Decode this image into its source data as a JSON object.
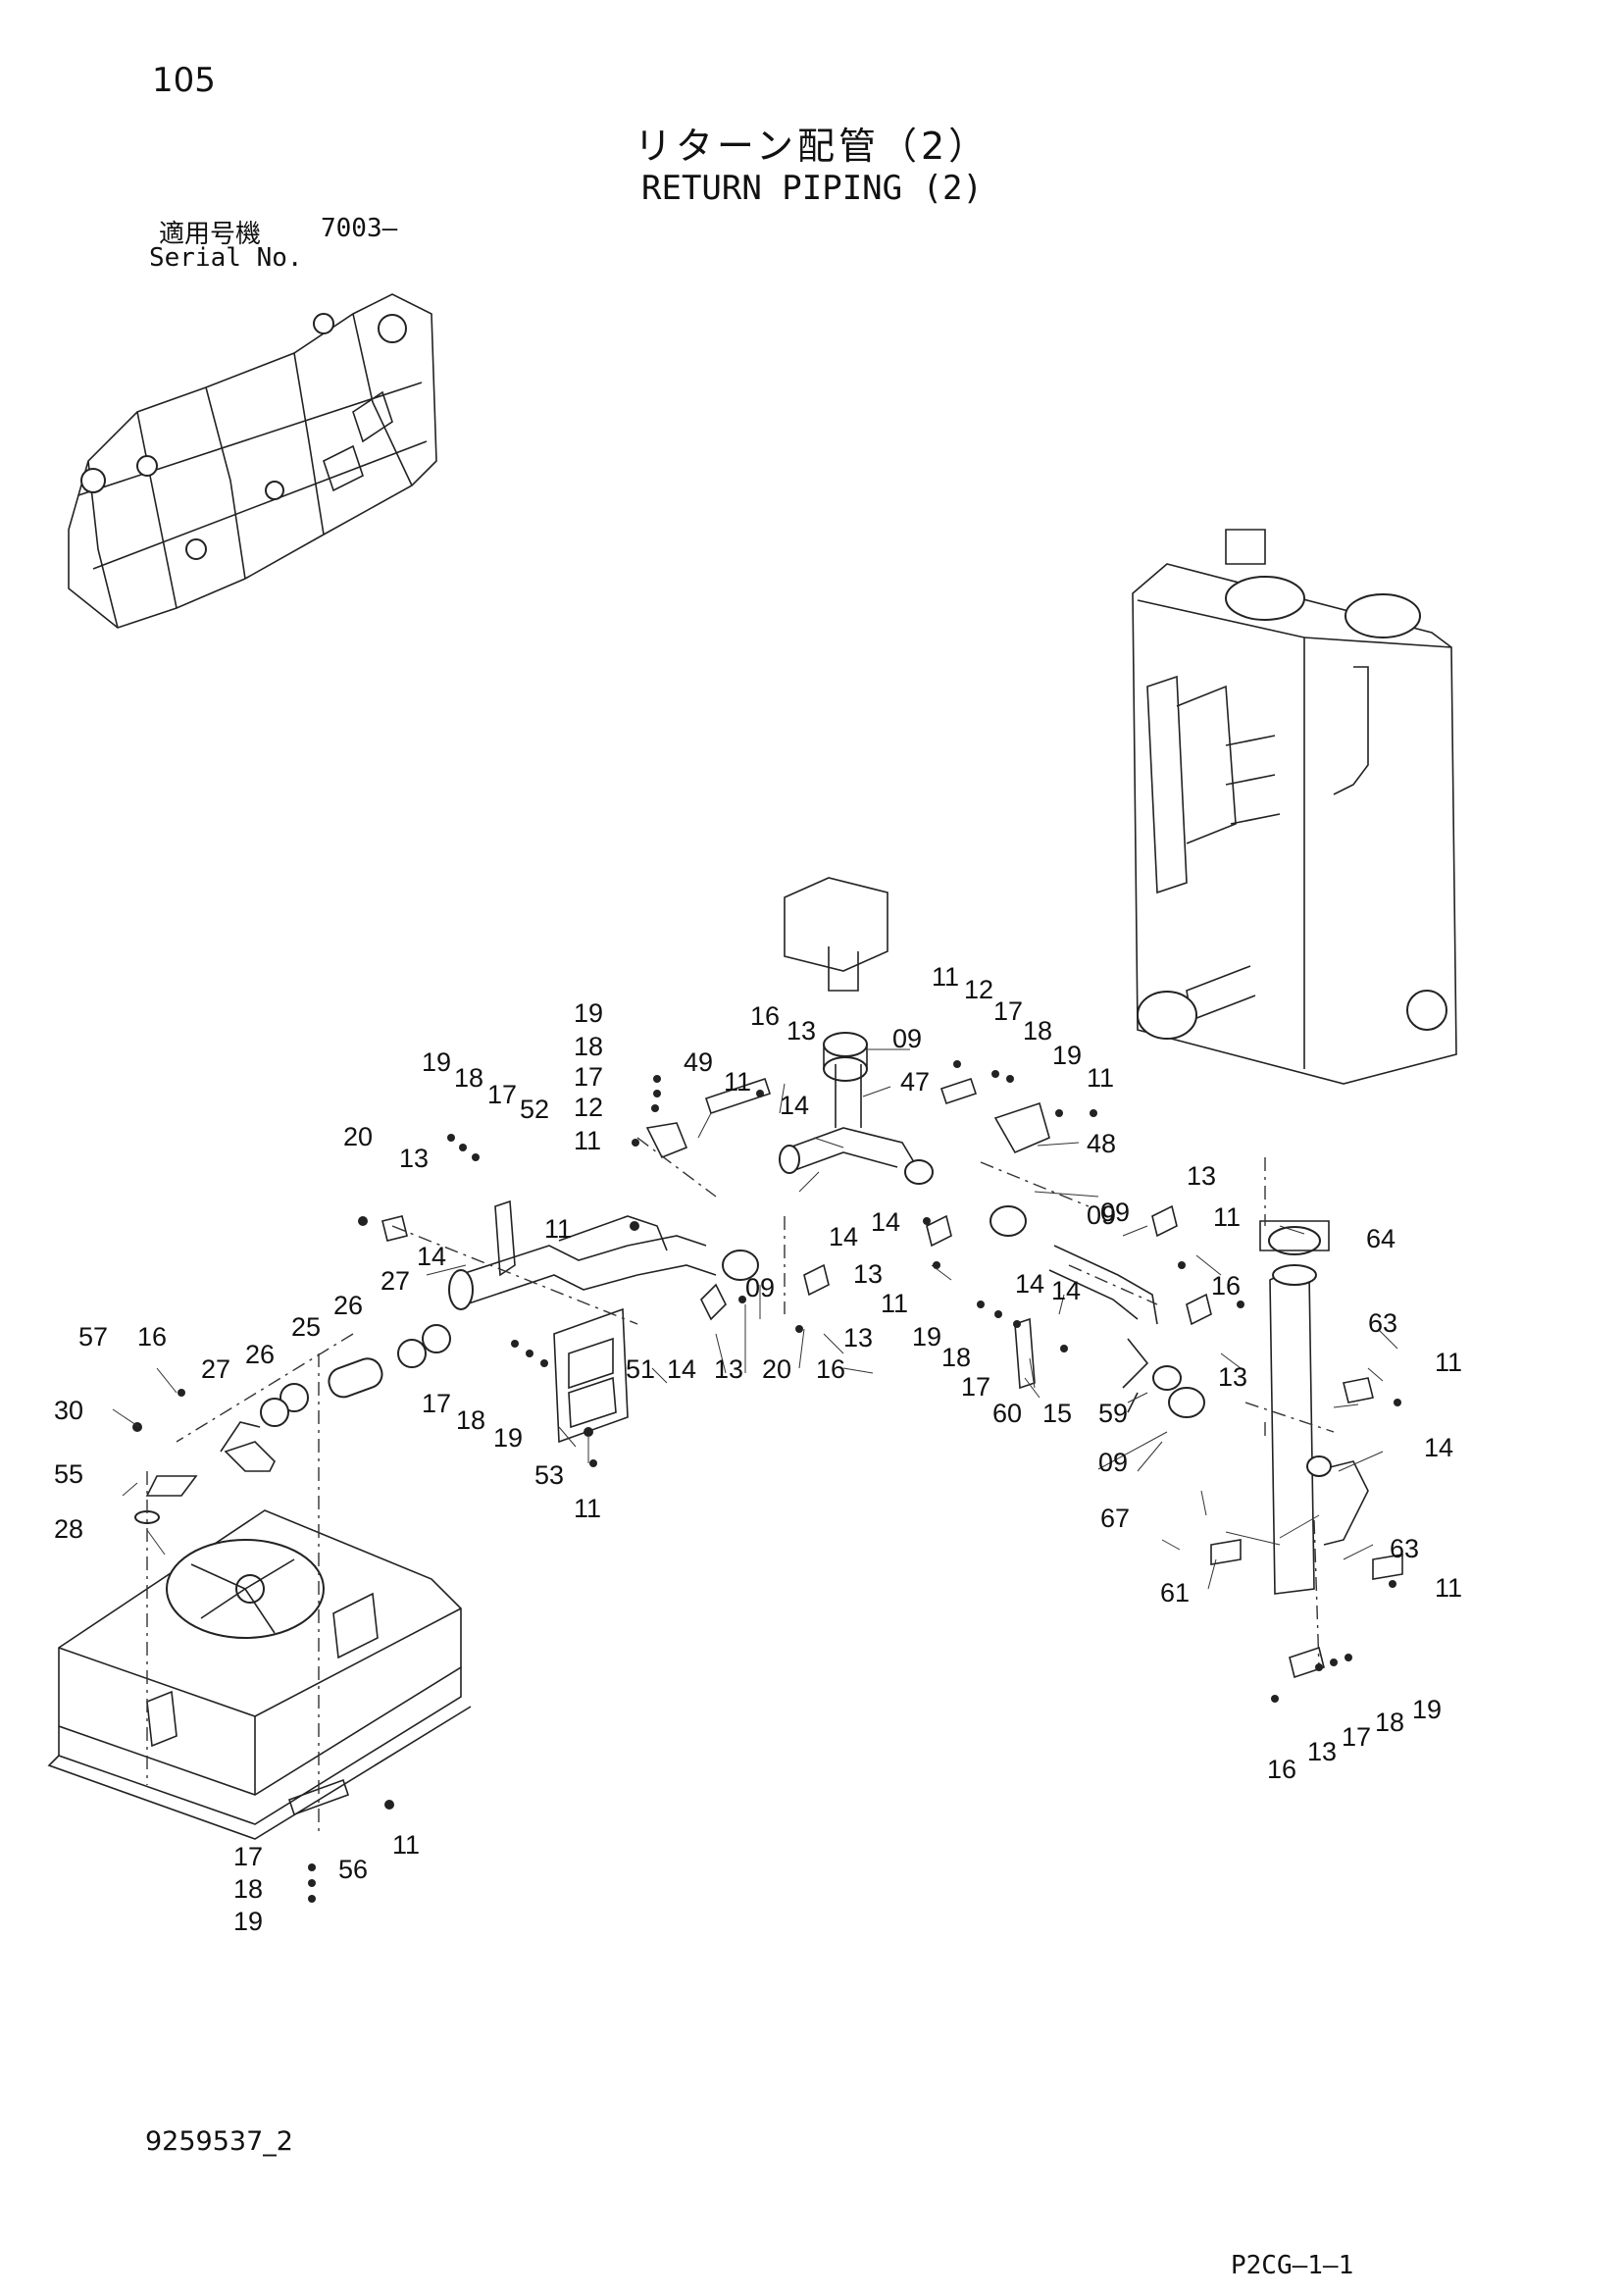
{
  "page_number": "105",
  "title_jp": "リターン配管（2）",
  "title_en": "RETURN PIPING (2)",
  "serial": {
    "label_jp": "適用号機",
    "number": "7003–",
    "label_en": "Serial No."
  },
  "doc_id": "9259537_2",
  "page_code": "P2CG–1–1",
  "part_callouts": {
    "c01": "19",
    "c02": "18",
    "c03": "17",
    "c04": "12",
    "c05": "11",
    "c06": "49",
    "c07": "11",
    "c08": "16",
    "c09": "13",
    "c10": "09",
    "c11": "11",
    "c12": "12",
    "c13": "17",
    "c14": "18",
    "c15": "19",
    "c16": "11",
    "c17": "47",
    "c18": "14",
    "c19": "48",
    "c20": "19",
    "c21": "18",
    "c22": "17",
    "c23": "52",
    "c24": "11",
    "c25": "20",
    "c26": "13",
    "c27": "14",
    "c28": "14",
    "c29": "14",
    "c30": "09",
    "c31": "13",
    "c32": "11",
    "c33": "09",
    "c34": "13",
    "c35": "11",
    "c36": "64",
    "c37": "27",
    "c38": "26",
    "c39": "14",
    "c40": "09",
    "c41": "14",
    "c42": "16",
    "c43": "19",
    "c44": "18",
    "c45": "17",
    "c46": "13",
    "c47": "63",
    "c48": "11",
    "c49": "57",
    "c50": "16",
    "c51": "27",
    "c52": "26",
    "c53": "25",
    "c54": "17",
    "c55": "18",
    "c56": "19",
    "c57": "51",
    "c58": "14",
    "c59": "13",
    "c60": "20",
    "c61": "16",
    "c62": "13",
    "c63": "60",
    "c64": "15",
    "c65": "59",
    "c66": "09",
    "c67": "14",
    "c68": "30",
    "c69": "55",
    "c70": "28",
    "c71": "53",
    "c72": "11",
    "c73": "67",
    "c74": "61",
    "c75": "63",
    "c76": "11",
    "c77": "19",
    "c78": "18",
    "c79": "17",
    "c80": "13",
    "c81": "16",
    "c82": "17",
    "c83": "18",
    "c84": "19",
    "c85": "56",
    "c86": "11"
  }
}
